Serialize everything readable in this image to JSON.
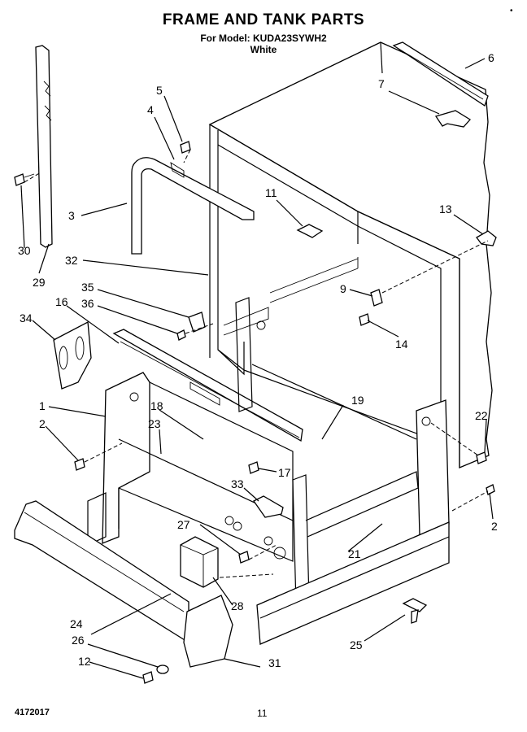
{
  "title": "FRAME AND TANK PARTS",
  "subtitle_line1": "For Model: KUDA23SYWH2",
  "subtitle_line2": "White",
  "footer_code": "4172017",
  "page_number": "11",
  "corner_mark": "•",
  "callouts": {
    "c1": "1",
    "c2a": "2",
    "c2b": "2",
    "c3": "3",
    "c4": "4",
    "c5": "5",
    "c6": "6",
    "c7": "7",
    "c9": "9",
    "c11": "11",
    "c12": "12",
    "c13": "13",
    "c14": "14",
    "c16": "16",
    "c17": "17",
    "c18": "18",
    "c19": "19",
    "c21": "21",
    "c22": "22",
    "c23": "23",
    "c24": "24",
    "c25": "25",
    "c26": "26",
    "c27": "27",
    "c28": "28",
    "c29": "29",
    "c30": "30",
    "c31": "31",
    "c32": "32",
    "c33": "33",
    "c34": "34",
    "c35": "35",
    "c36": "36"
  }
}
